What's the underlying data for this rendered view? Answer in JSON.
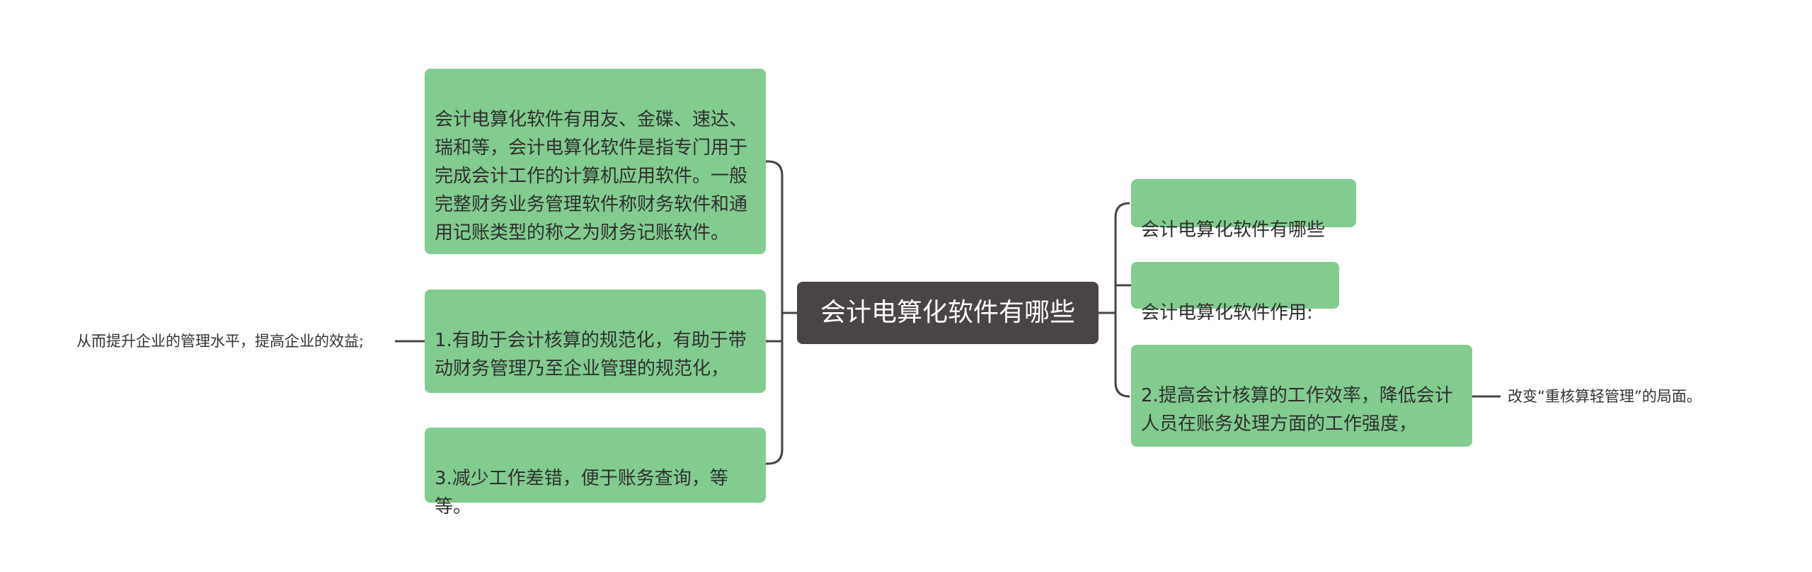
{
  "center": {
    "label": "会计电算化软件有哪些"
  },
  "left_branches": [
    {
      "text": "会计电算化软件有用友、金碟、速达、瑞和等，会计电算化软件是指专门用于完成会计工作的计算机应用软件。一般完整财务业务管理软件称财务软件和通用记账类型的称之为财务记账软件。"
    },
    {
      "text": "1.有助于会计核算的规范化，有助于带动财务管理乃至企业管理的规范化，",
      "child": "从而提升企业的管理水平，提高企业的效益;"
    },
    {
      "text": "3.减少工作差错，便于账务查询，等等。"
    }
  ],
  "right_branches": [
    {
      "text": "会计电算化软件有哪些"
    },
    {
      "text": "会计电算化软件作用:"
    },
    {
      "text": "2.提高会计核算的工作效率，降低会计人员在账务处理方面的工作强度，",
      "child": "改变“重核算轻管理”的局面。"
    }
  ]
}
